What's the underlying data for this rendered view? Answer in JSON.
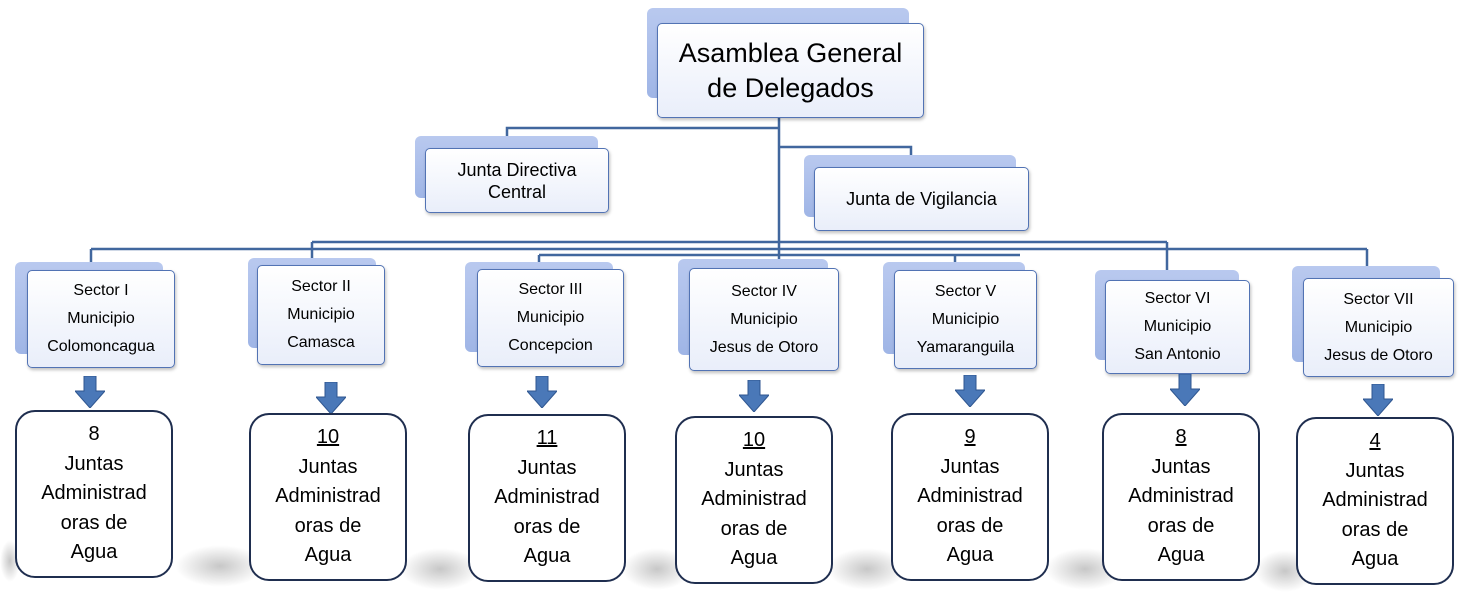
{
  "colors": {
    "connector": "#41679e",
    "arrow": "#4a78b8",
    "box_border": "#5273b4"
  },
  "top": {
    "line1": "Asamblea General",
    "line2": "de Delegados"
  },
  "directiva": {
    "line1": "Junta Directiva",
    "line2": "Central"
  },
  "vigilancia": {
    "label": "Junta de Vigilancia"
  },
  "sectors": [
    {
      "sector": "Sector I",
      "municipio": "Municipio",
      "name": "Colomoncagua"
    },
    {
      "sector": "Sector II",
      "municipio": "Municipio",
      "name": "Camasca"
    },
    {
      "sector": "Sector III",
      "municipio": "Municipio",
      "name": "Concepcion"
    },
    {
      "sector": "Sector IV",
      "municipio": "Municipio",
      "name": "Jesus de Otoro"
    },
    {
      "sector": "Sector V",
      "municipio": "Municipio",
      "name": "Yamaranguila"
    },
    {
      "sector": "Sector VI",
      "municipio": "Municipio",
      "name": "San Antonio"
    },
    {
      "sector": "Sector VII",
      "municipio": "Municipio",
      "name": "Jesus de Otoro"
    }
  ],
  "juntas": [
    {
      "count": "8",
      "l1": "Juntas",
      "l2": "Administrad",
      "l3": "oras de",
      "l4": "Agua"
    },
    {
      "count": "10",
      "l1": "Juntas",
      "l2": "Administrad",
      "l3": "oras de",
      "l4": "Agua"
    },
    {
      "count": "11",
      "l1": "Juntas",
      "l2": "Administrad",
      "l3": "oras de",
      "l4": "Agua"
    },
    {
      "count": "10",
      "l1": "Juntas",
      "l2": "Administrad",
      "l3": "oras de",
      "l4": "Agua"
    },
    {
      "count": "9",
      "l1": "Juntas",
      "l2": "Administrad",
      "l3": "oras de",
      "l4": "Agua"
    },
    {
      "count": "8",
      "l1": "Juntas",
      "l2": "Administrad",
      "l3": "oras de",
      "l4": "Agua"
    },
    {
      "count": "4",
      "l1": "Juntas",
      "l2": "Administrad",
      "l3": "oras de",
      "l4": "Agua"
    }
  ]
}
